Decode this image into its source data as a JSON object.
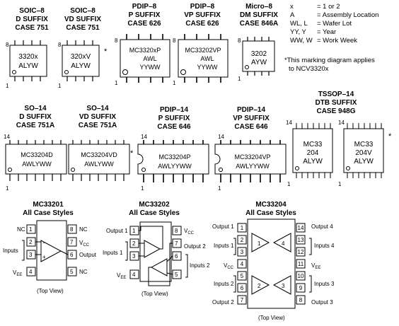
{
  "packages": {
    "soic8_d": {
      "h1": "SOIC–8",
      "h2": "D SUFFIX",
      "h3": "CASE 751",
      "m1": "3320x",
      "m2": "ALYW",
      "pin_hi": "8",
      "pin_lo": "1"
    },
    "soic8_vd": {
      "h1": "SOIC–8",
      "h2": "VD SUFFIX",
      "h3": "CASE 751",
      "m1": "320xV",
      "m2": "ALYW",
      "pin_hi": "8",
      "pin_lo": "1",
      "star": "*"
    },
    "pdip8_p": {
      "h1": "PDIP–8",
      "h2": "P SUFFIX",
      "h3": "CASE 626",
      "m1": "MC3320xP",
      "m2": "AWL",
      "m3": "YYWW",
      "pin_hi": "8",
      "pin_lo": "1"
    },
    "pdip8_vp": {
      "h1": "PDIP–8",
      "h2": "VP SUFFIX",
      "h3": "CASE 626",
      "m1": "MC33202VP",
      "m2": "AWL",
      "m3": "YYWW",
      "pin_hi": "8",
      "pin_lo": "1"
    },
    "micro8": {
      "h1": "Micro–8",
      "h2": "DM SUFFIX",
      "h3": "CASE 846A",
      "m1": "3202",
      "m2": "AYW",
      "pin_hi": "8",
      "pin_lo": "1"
    },
    "so14_d": {
      "h1": "SO–14",
      "h2": "D SUFFIX",
      "h3": "CASE 751A",
      "m1": "MC33204D",
      "m2": "AWLYWW",
      "pin_hi": "14",
      "pin_lo": "1"
    },
    "so14_vd": {
      "h1": "SO–14",
      "h2": "VD SUFFIX",
      "h3": "CASE 751A",
      "m1": "MC33204VD",
      "m2": "AWLYWW",
      "pin_hi": "14",
      "pin_lo": "1",
      "star": "*"
    },
    "pdip14_p": {
      "h1": "PDIP–14",
      "h2": "P SUFFIX",
      "h3": "CASE 646",
      "m1": "MC33204P",
      "m2": "AWLYYWW",
      "pin_hi": "14",
      "pin_lo": "1"
    },
    "pdip14_vp": {
      "h1": "PDIP–14",
      "h2": "VP SUFFIX",
      "h3": "CASE 646",
      "m1": "MC33204VP",
      "m2": "AWLYYWW",
      "pin_hi": "14",
      "pin_lo": "1"
    },
    "tssop14": {
      "h1": "TSSOP–14",
      "h2": "DTB SUFFIX",
      "h3": "CASE 948G",
      "m1": "MC33",
      "m2": "204",
      "m3": "ALYW",
      "pin_hi": "14",
      "pin_lo": "1"
    },
    "tssop14v": {
      "m1": "MC33",
      "m2": "204V",
      "m3": "ALYW",
      "pin_hi": "14",
      "pin_lo": "1",
      "star": "*"
    }
  },
  "legend": [
    {
      "k": "x",
      "v": "=  1 or 2"
    },
    {
      "k": "A",
      "v": "= Assembly Location"
    },
    {
      "k": "WL, L",
      "v": "= Wafer Lot"
    },
    {
      "k": "YY, Y",
      "v": "= Year"
    },
    {
      "k": "WW, W",
      "v": "= Work Week"
    }
  ],
  "note1": "*This marking diagram applies",
  "note2": "to NCV3320x",
  "pinouts": {
    "mc33201": {
      "t1": "MC33201",
      "t2": "All Case Styles",
      "left": [
        "NC",
        "",
        "Inputs",
        "V_EE"
      ],
      "right": [
        "NC",
        "V_CC",
        "Output",
        "NC"
      ],
      "pl": [
        "1",
        "2",
        "3",
        "4"
      ],
      "pr": [
        "8",
        "7",
        "6",
        "5"
      ],
      "view": "(Top View)"
    },
    "mc33202": {
      "t1": "MC33202",
      "t2": "All Case Styles",
      "left": [
        "Output 1",
        "",
        "Inputs 1",
        "V_EE"
      ],
      "right": [
        "V_CC",
        "Output 2",
        "",
        "Inputs 2"
      ],
      "pl": [
        "1",
        "2",
        "3",
        "4"
      ],
      "pr": [
        "8",
        "7",
        "6",
        "5"
      ],
      "view": "(Top View)"
    },
    "mc33204": {
      "t1": "MC33204",
      "t2": "All Case Styles",
      "left": [
        "Output 1",
        "Inputs 1",
        "V_CC",
        "Inputs 2",
        "Output 2"
      ],
      "right": [
        "Output 4",
        "Inputs 4",
        "V_EE",
        "Inputs 3",
        "Output 3"
      ],
      "pl": [
        "1",
        "2",
        "3",
        "4",
        "5",
        "6",
        "7"
      ],
      "pr": [
        "14",
        "13",
        "12",
        "11",
        "10",
        "9",
        "8"
      ],
      "view": "(Top View)"
    }
  }
}
